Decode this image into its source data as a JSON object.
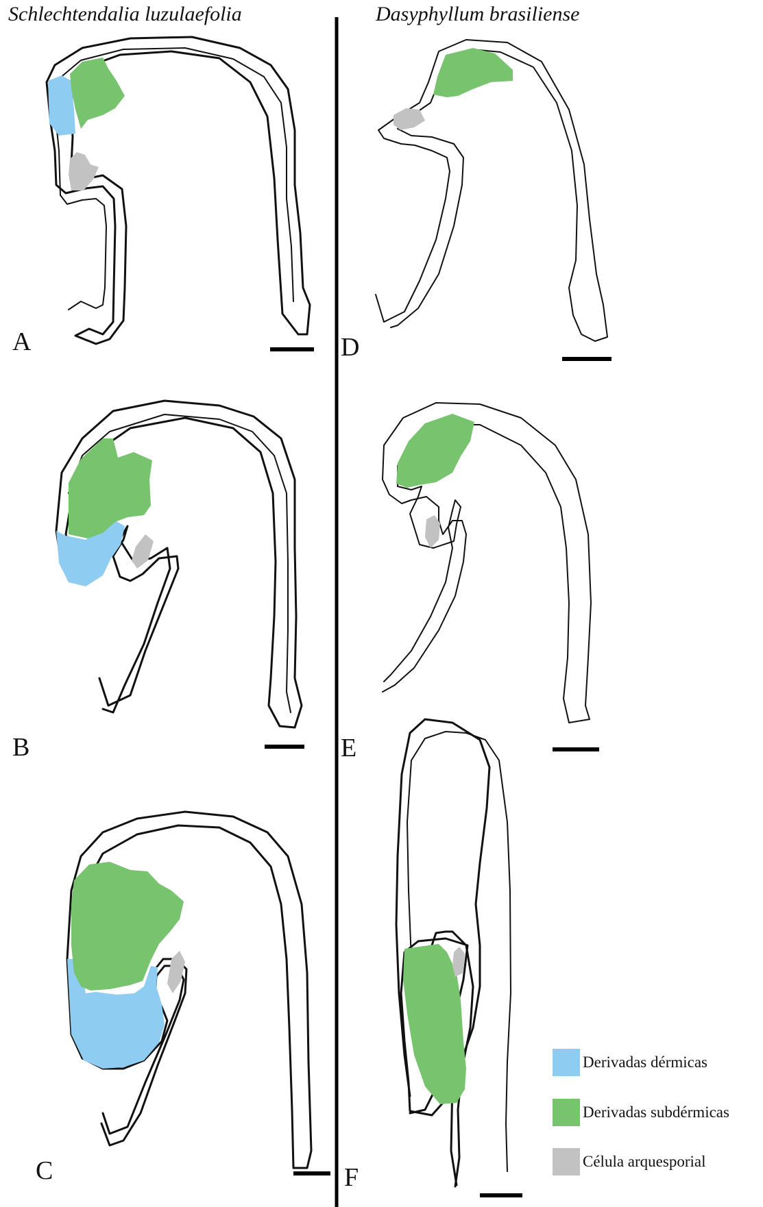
{
  "titles": {
    "left": "Schlechtendalia luzulaefolia",
    "right": "Dasyphyllum brasiliense"
  },
  "panel_labels": [
    "A",
    "B",
    "C",
    "D",
    "E",
    "F"
  ],
  "legend": [
    {
      "label": "Derivadas dérmicas",
      "color": "#8ecdf1"
    },
    {
      "label": "Derivadas subdérmicas",
      "color": "#78c46e"
    },
    {
      "label": "Célula arquesporial",
      "color": "#c2c2c2"
    }
  ],
  "colors": {
    "dermal": "#8ecdf1",
    "subdermal": "#78c46e",
    "archesporial": "#c2c2c2",
    "line": "#111111"
  }
}
